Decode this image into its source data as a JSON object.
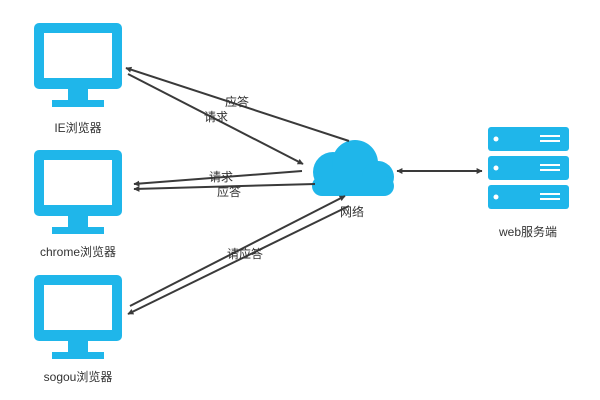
{
  "colors": {
    "accent": "#1fb6ea",
    "line": "#3a3a3a",
    "text": "#333333",
    "background": "#ffffff"
  },
  "browsers": [
    {
      "label": "IE浏览器"
    },
    {
      "label": "chrome浏览器"
    },
    {
      "label": "sogou浏览器"
    }
  ],
  "network": {
    "label": "网络"
  },
  "server": {
    "label": "web服务端"
  },
  "edges": {
    "ie_response": "应答",
    "ie_request": "请求",
    "chrome_request": "请求",
    "chrome_response": "应答",
    "sogou_request_response": "请应答"
  }
}
